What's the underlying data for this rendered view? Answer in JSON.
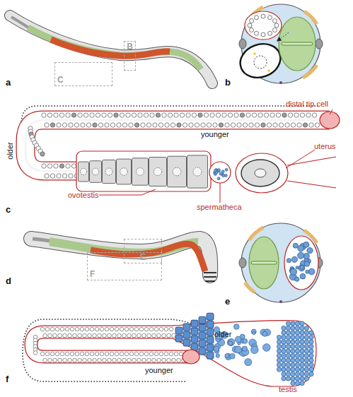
{
  "diagram": {
    "nodes": [
      {
        "text": [
          "B"
        ]
      },
      {
        "text": [
          "C"
        ]
      },
      {
        "text": [
          "E"
        ]
      },
      {
        "text": [
          "F"
        ]
      }
    ],
    "labels": [
      "a",
      "b",
      "c",
      "younger",
      "older",
      "distal tip cell",
      "uterus",
      "ovotestis",
      "spermatheca",
      "d",
      "e",
      "older",
      "younger",
      "testis",
      "f"
    ]
  }
}
